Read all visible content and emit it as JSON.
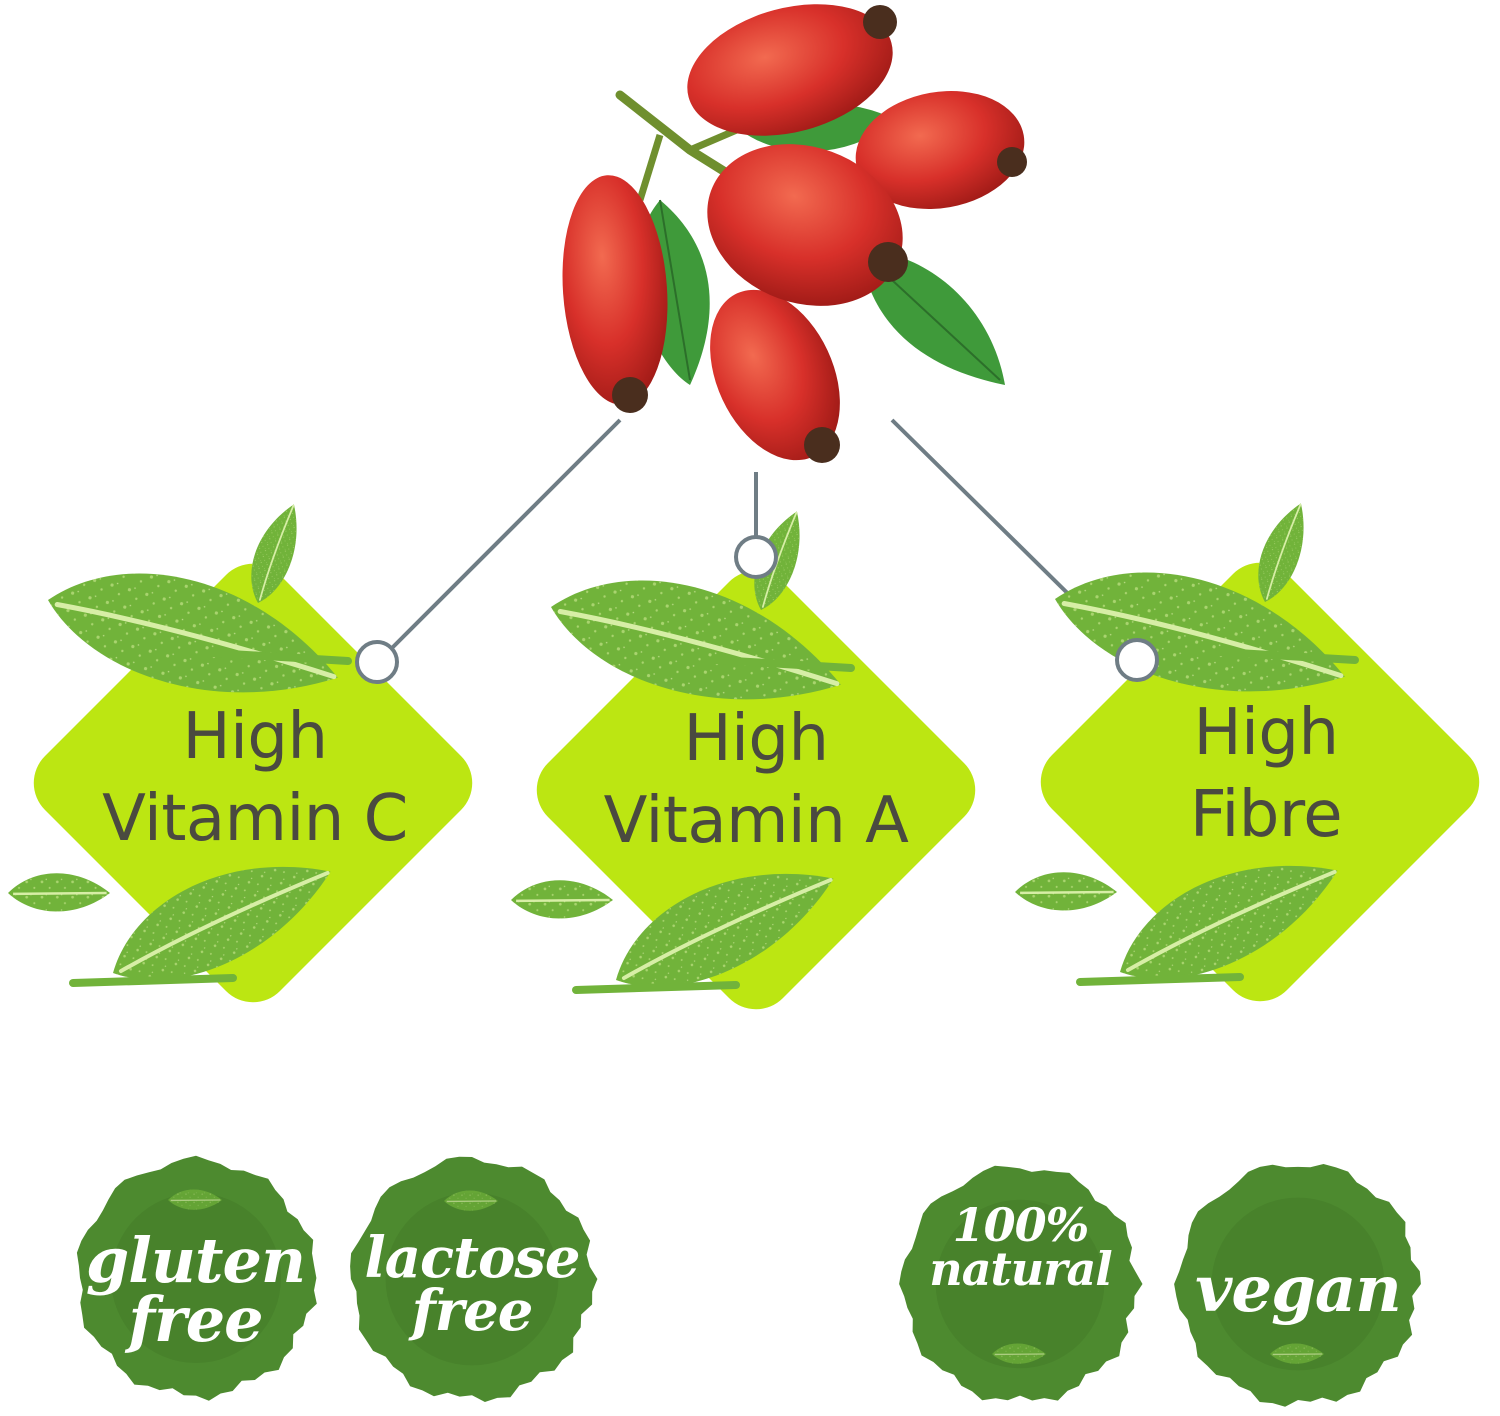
{
  "colors": {
    "badge_lime": "#bce612",
    "leaf_green": "#71b33a",
    "leaf_speck": "#a8d36a",
    "connector": "#6f7d85",
    "seal_green": "#4d8a2f",
    "seal_dark": "#3e7424",
    "berry_red": "#d8302a",
    "berry_leaf": "#3f9a3a",
    "text_dark": "#4a4a40"
  },
  "hero": {
    "icon": "rosehip-berries-icon"
  },
  "badges": [
    {
      "line1": "High",
      "line2": "Vitamin C",
      "icon": "leaf-icon"
    },
    {
      "line1": "High",
      "line2": "Vitamin A",
      "icon": "leaf-icon"
    },
    {
      "line1": "High",
      "line2": "Fibre",
      "icon": "leaf-icon"
    }
  ],
  "seals": [
    {
      "line1": "gluten",
      "line2": "free"
    },
    {
      "line1": "lactose",
      "line2": "free"
    },
    {
      "line1": "100%",
      "line2": "natural"
    },
    {
      "line1": "vegan",
      "line2": ""
    }
  ]
}
